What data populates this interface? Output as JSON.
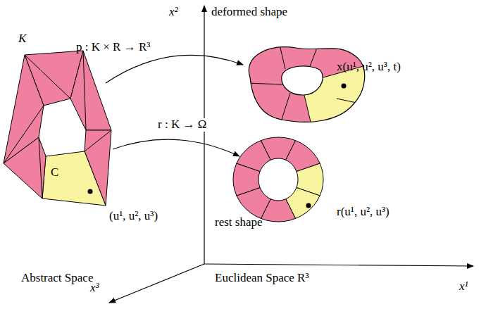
{
  "diagram": {
    "labels": [
      "x²",
      "deformed shape",
      "K",
      "p : K × R → R³",
      "x(u¹, u², u³, t)",
      "r : K → Ω",
      "C",
      "(u¹, u², u³)",
      "rest shape",
      "r(u¹, u², u³)",
      "Abstract Space",
      "Euclidean Space R³",
      "x¹",
      "x³"
    ]
  }
}
